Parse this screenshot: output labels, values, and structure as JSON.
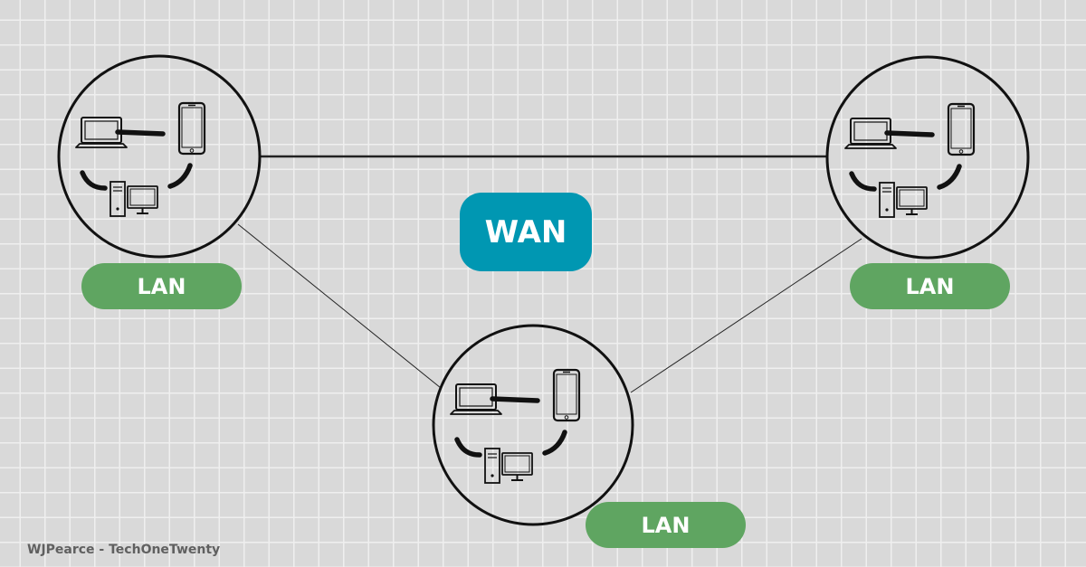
{
  "title": "WAN",
  "lan_nodes": [
    {
      "id": "left",
      "label": "LAN",
      "devices": [
        "laptop-icon",
        "phone-icon",
        "desktop-icon"
      ]
    },
    {
      "id": "right",
      "label": "LAN",
      "devices": [
        "laptop-icon",
        "phone-icon",
        "desktop-icon"
      ]
    },
    {
      "id": "bottom",
      "label": "LAN",
      "devices": [
        "laptop-icon",
        "phone-icon",
        "desktop-icon"
      ]
    }
  ],
  "links": [
    {
      "from": "left",
      "to": "right",
      "style": "thick"
    },
    {
      "from": "left",
      "to": "bottom",
      "style": "thin"
    },
    {
      "from": "right",
      "to": "bottom",
      "style": "thin"
    }
  ],
  "credit": "WJPearce - TechOneTwenty",
  "colors": {
    "background": "#d9d9d9",
    "grid": "#efefef",
    "lan_pill": "#5fa561",
    "wan_pill": "#0097b2",
    "stroke": "#111111"
  }
}
